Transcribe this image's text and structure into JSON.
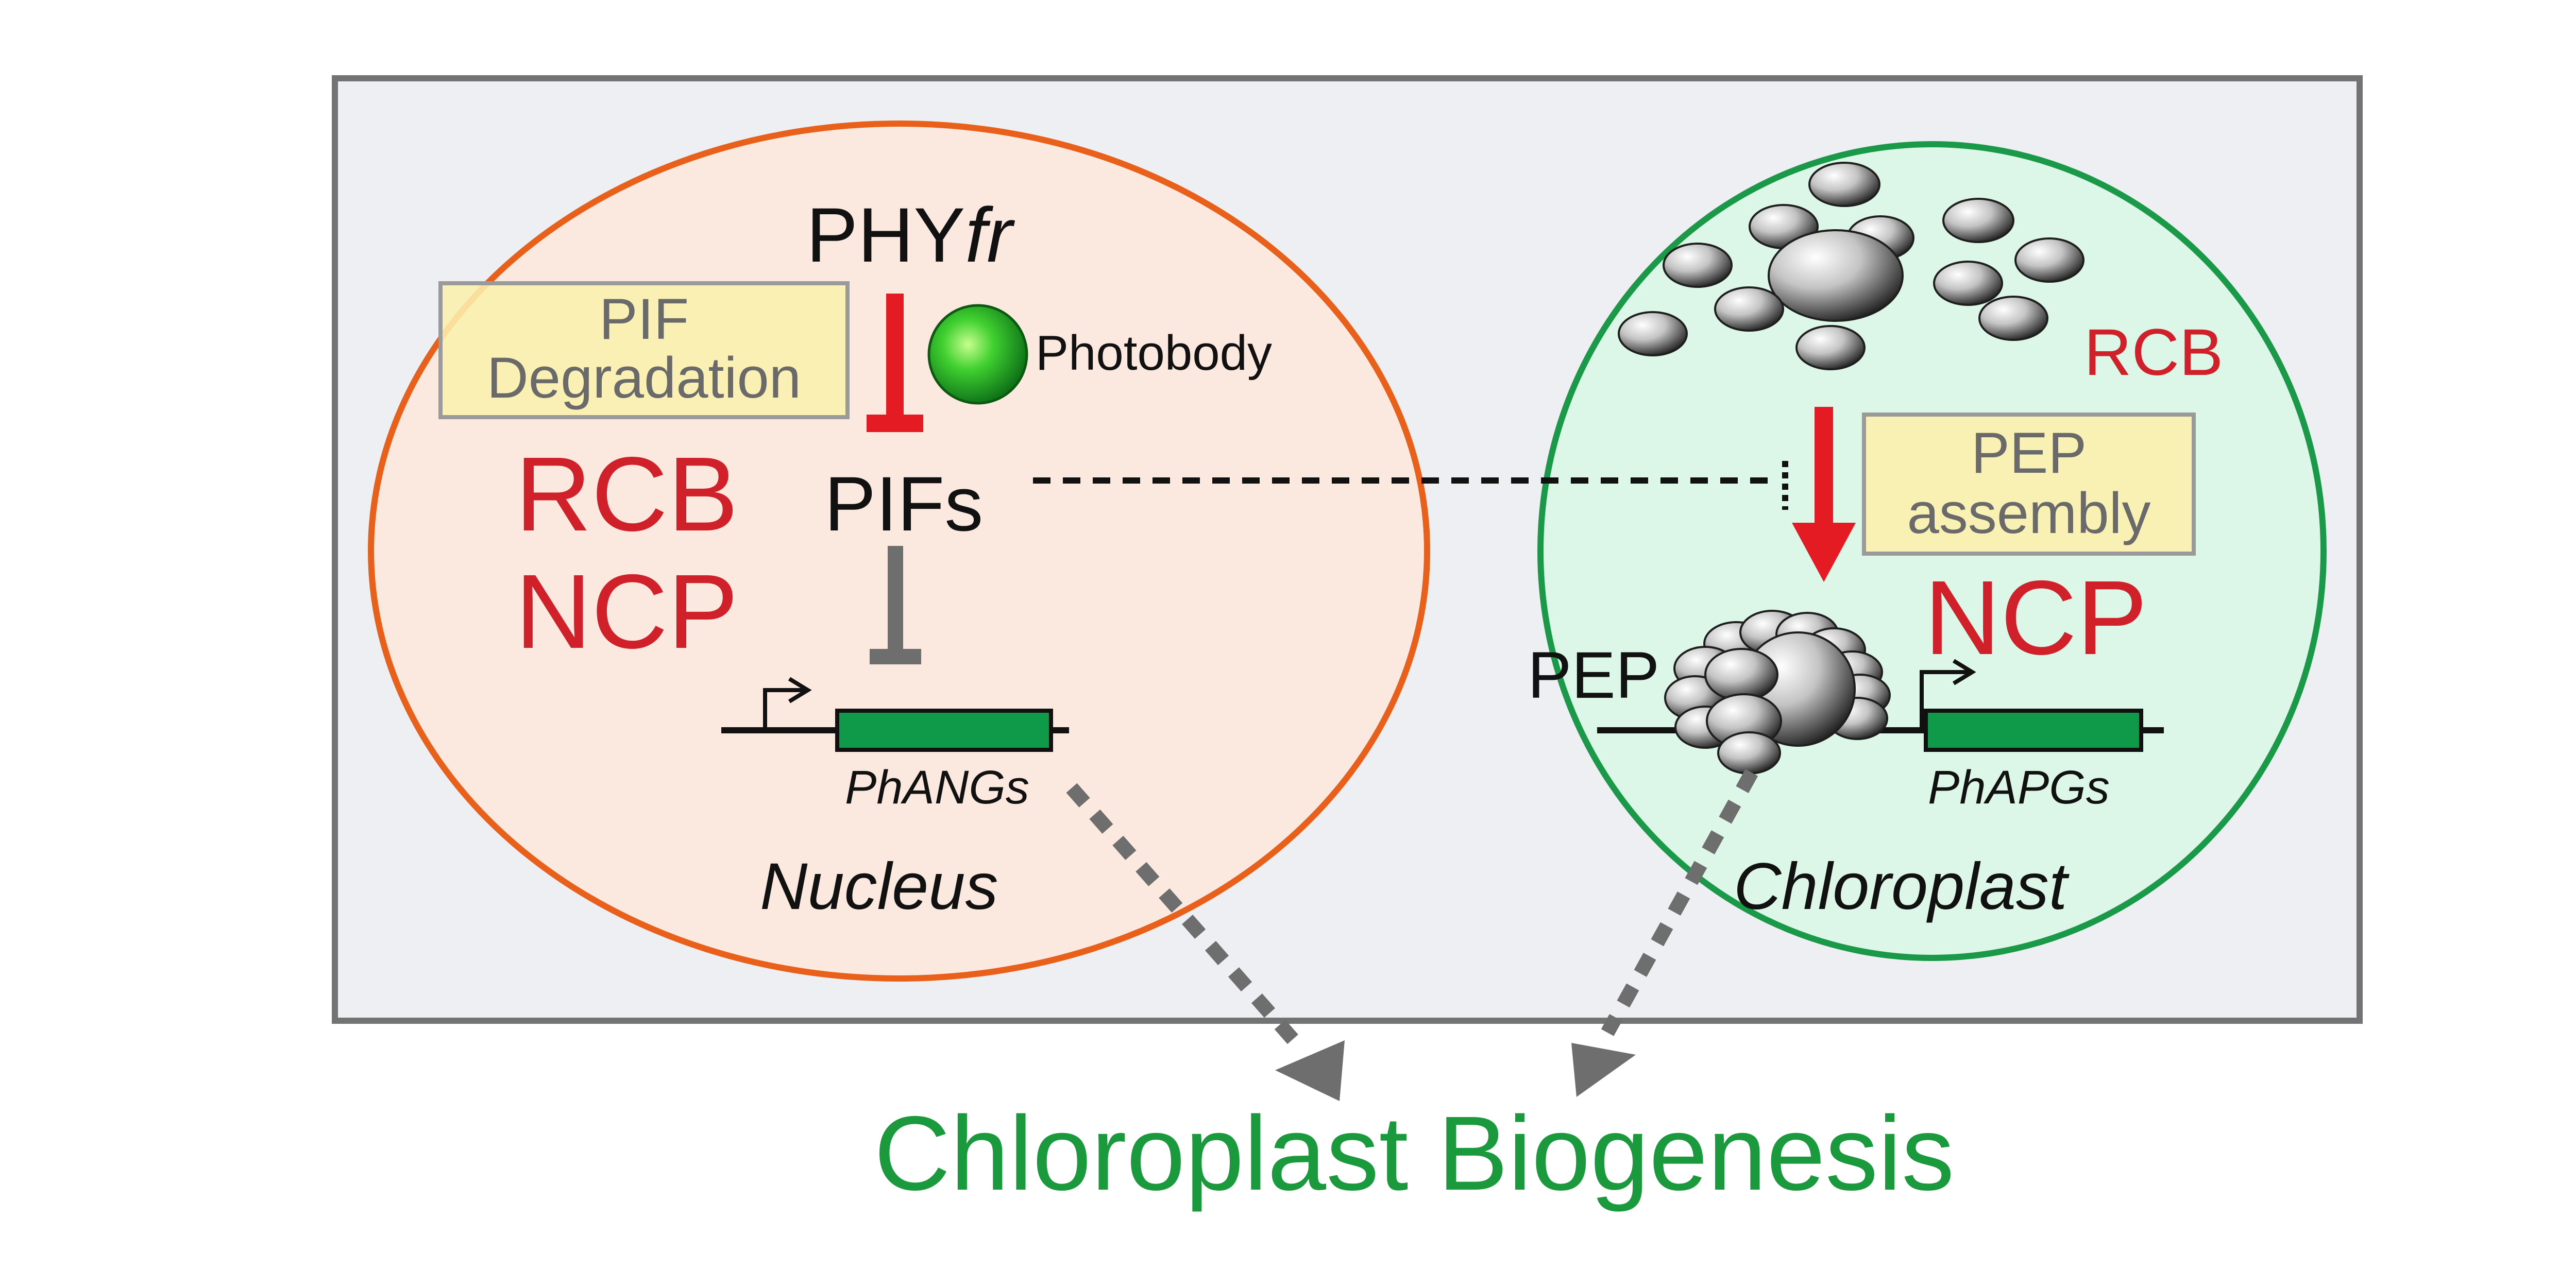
{
  "nucleus": {
    "phy_prefix": "PHY",
    "phy_suffix": "fr",
    "photobody_label": "Photobody",
    "pif_box_line1": "PIF",
    "pif_box_line2": "Degradation",
    "rcb_label": "RCB",
    "ncp_label": "NCP",
    "pifs_label": "PIFs",
    "gene_label": "PhANGs",
    "compartment_label": "Nucleus"
  },
  "chloroplast": {
    "rcb_label": "RCB",
    "pep_box_line1": "PEP",
    "pep_box_line2": "assembly",
    "ncp_label": "NCP",
    "pep_label": "PEP",
    "gene_label": "PhAPGs",
    "compartment_label": "Chloroplast"
  },
  "outcome_label": "Chloroplast Biogenesis",
  "colors": {
    "red_text": "#d0202a",
    "green_text": "#1a9a3c",
    "nucleus_fill": "#fbe8df",
    "nucleus_stroke": "#e8601a",
    "chloroplast_fill": "#dcf7e8",
    "chloroplast_stroke": "#1a9a48",
    "panel_fill": "#eeeff2",
    "panel_stroke": "#737373",
    "box_fill": "#fbf0ad",
    "box_stroke": "#9a9a9a",
    "gene_fill": "#0f9a4a",
    "gray_arrow": "#6e6e6e"
  }
}
